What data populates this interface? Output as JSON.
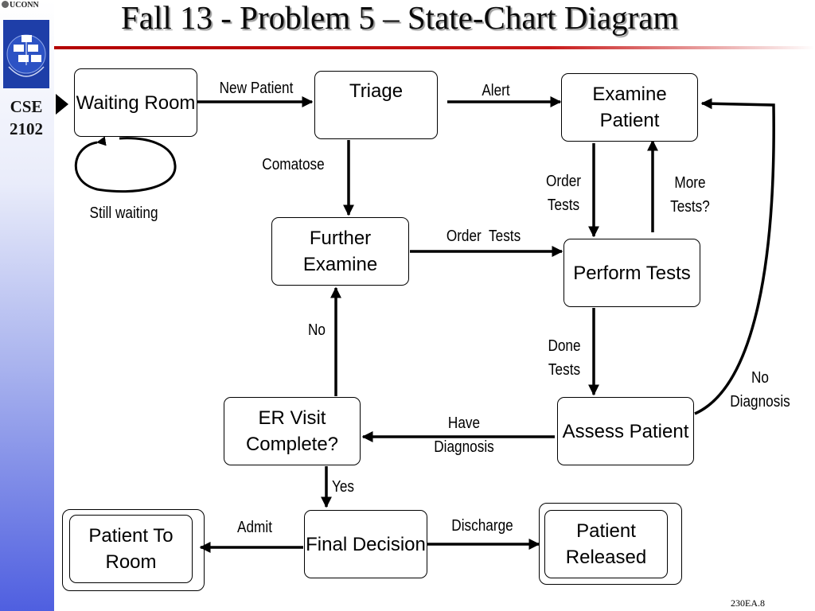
{
  "title": "Fall 13 - Problem 5 – State-Chart Diagram",
  "sidebar": {
    "university": "UCONN",
    "course_line1": "CSE",
    "course_line2": "2102"
  },
  "states": {
    "waiting_room": "Waiting Room",
    "triage": "Triage",
    "examine_patient": "Examine Patient",
    "further_examine": "Further Examine",
    "perform_tests": "Perform Tests",
    "er_visit_complete": "ER Visit Complete?",
    "assess_patient": "Assess Patient",
    "patient_to_room": "Patient To Room",
    "final_decision": "Final Decision",
    "patient_released": "Patient Released"
  },
  "transitions": {
    "new_patient": "New Patient",
    "alert": "Alert",
    "still_waiting": "Still waiting",
    "comatose": "Comatose",
    "order_tests_1": "Order Tests",
    "order_tests_2": "Order  Tests",
    "more_tests": "More Tests?",
    "done_tests": "Done Tests",
    "no": "No",
    "no_diagnosis": "No Diagnosis",
    "have_diagnosis": "Have Diagnosis",
    "yes": "Yes",
    "admit": "Admit",
    "discharge": "Discharge"
  },
  "footer": "230EA.8",
  "colors": {
    "title_rule": "#b30000",
    "sidebar_bottom": "#4f5fe0",
    "arrow": "#000000"
  }
}
